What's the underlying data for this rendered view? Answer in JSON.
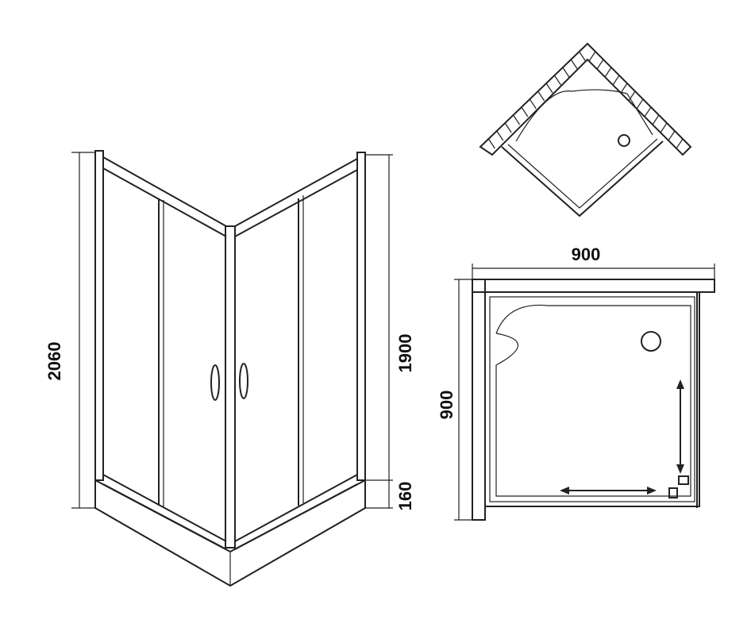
{
  "dimensions": {
    "total_height": "2060",
    "panel_height": "1900",
    "tray_height": "160",
    "width": "900",
    "depth": "900"
  }
}
